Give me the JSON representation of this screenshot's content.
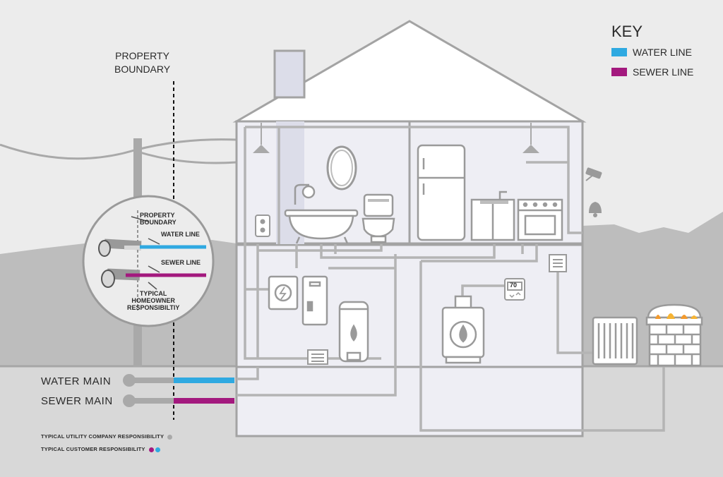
{
  "key": {
    "title": "KEY",
    "items": [
      {
        "label": "WATER LINE",
        "color": "#2fa9e1"
      },
      {
        "label": "SEWER LINE",
        "color": "#a3197e"
      }
    ]
  },
  "property_boundary_label_line1": "PROPERTY",
  "property_boundary_label_line2": "BOUNDARY",
  "mains": {
    "water": "WATER MAIN",
    "sewer": "SEWER MAIN"
  },
  "inset": {
    "boundary_line1": "PROPERTY",
    "boundary_line2": "BOUNDARY",
    "water_line": "WATER LINE",
    "sewer_line": "SEWER LINE",
    "responsibility_line1": "TYPICAL",
    "responsibility_line2": "HOMEOWNER",
    "responsibility_line3": "RESPONSIBILTIY"
  },
  "notes": {
    "utility": "TYPICAL UTILITY  COMPANY RESPONSIBILITY",
    "customer": "TYPICAL CUSTOMER RESPONSIBILITY"
  },
  "thermostat_reading": "70",
  "colors": {
    "water": "#2fa9e1",
    "sewer": "#a3197e",
    "pipe": "#a9a9a9",
    "house_outline": "#9d9d9d",
    "ground": "#d6d6d6",
    "hills": "#b9b9b9"
  }
}
